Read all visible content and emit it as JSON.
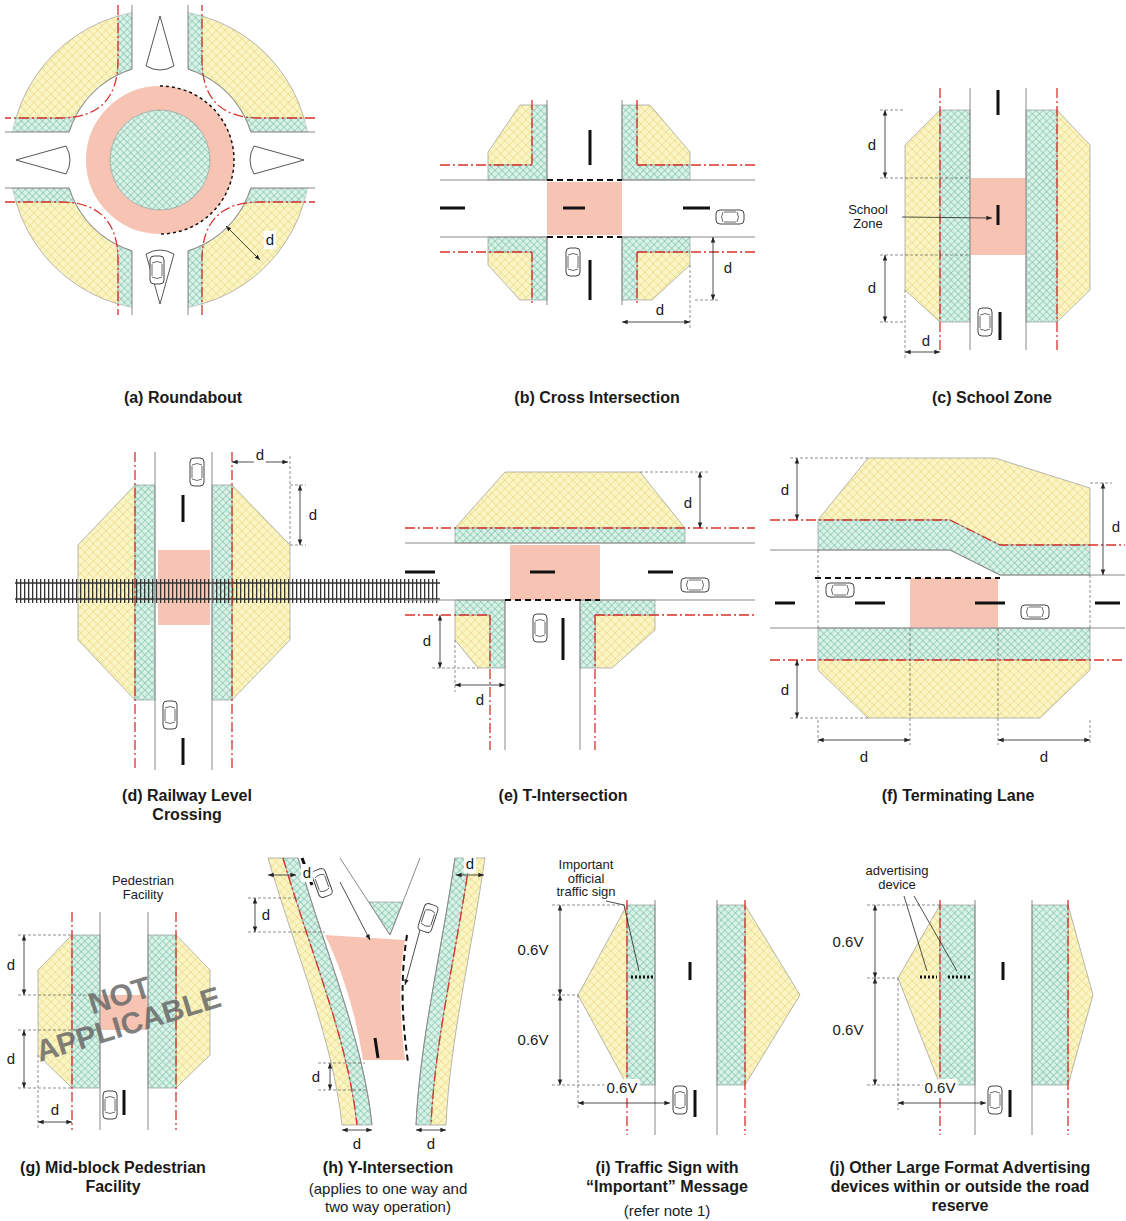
{
  "diagram": {
    "labels": [
      "d",
      "(a) Roundabout",
      "d",
      "d",
      "(b) Cross Intersection",
      "d",
      "School Zone",
      "d",
      "d",
      "(c) School Zone",
      "d",
      "d",
      "(d) Railway Level Crossing",
      "d",
      "d",
      "d",
      "(e) T-Intersection",
      "d",
      "d",
      "d",
      "d",
      "d",
      "(f) Terminating Lane",
      "Pedestrian Facility",
      "d",
      "d",
      "d",
      "NOT APPLICABLE",
      "(g) Mid-block Pedestrian Facility",
      "d",
      "d",
      "d",
      "d",
      "d",
      "d",
      "(h) Y-Intersection",
      "(applies to one way and two way operation)",
      "Important official traffic sign",
      "0.6V",
      "0.6V",
      "0.6V",
      "(i) Traffic Sign with “Important” Message",
      "(refer note 1)",
      "advertising device",
      "0.6V",
      "0.6V",
      "0.6V",
      "(j) Other Large Format Advertising devices within or outside the road reserve"
    ]
  }
}
